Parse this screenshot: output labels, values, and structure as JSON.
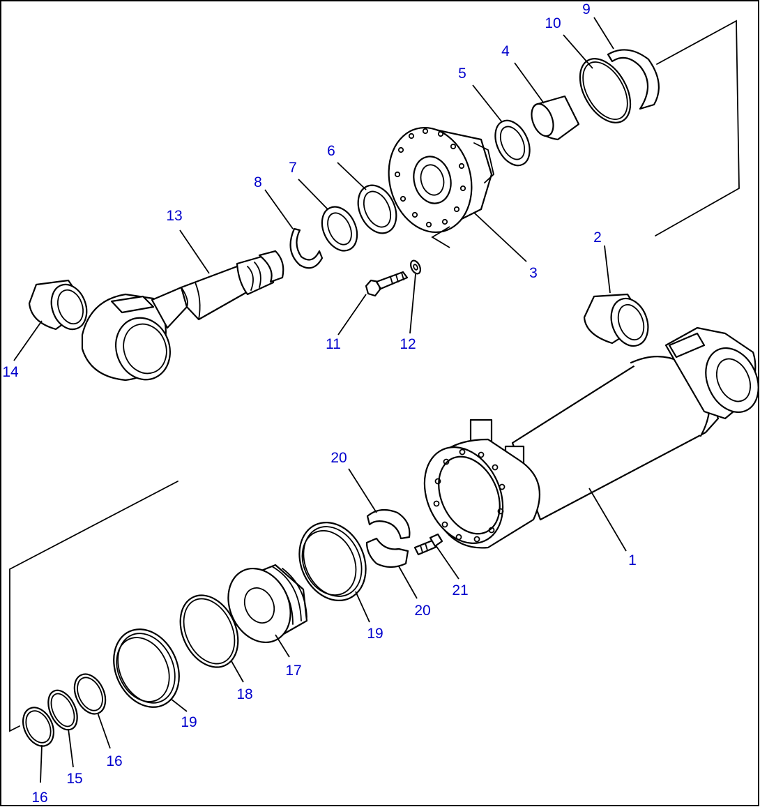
{
  "callouts": {
    "c1": "1",
    "c2": "2",
    "c3": "3",
    "c4": "4",
    "c5": "5",
    "c6": "6",
    "c7": "7",
    "c8": "8",
    "c9": "9",
    "c10": "10",
    "c11": "11",
    "c12": "12",
    "c13": "13",
    "c14": "14",
    "c15": "15",
    "c16a": "16",
    "c16b": "16",
    "c17": "17",
    "c18": "18",
    "c19a": "19",
    "c19b": "19",
    "c20a": "20",
    "c20b": "20",
    "c21": "21"
  },
  "style": {
    "callout_color": "#0000cc",
    "line_color": "#000000"
  }
}
